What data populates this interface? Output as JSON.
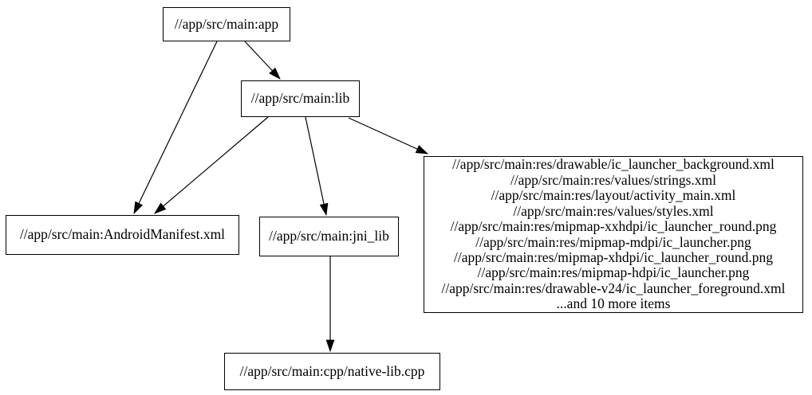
{
  "graph": {
    "background_color": "#ffffff",
    "node_border_color": "#000000",
    "edge_color": "#000000",
    "text_color": "#000000",
    "nodes": {
      "app": {
        "label": "//app/src/main:app"
      },
      "lib": {
        "label": "//app/src/main:lib"
      },
      "manifest": {
        "label": "//app/src/main:AndroidManifest.xml"
      },
      "jni_lib": {
        "label": "//app/src/main:jni_lib"
      },
      "res_group": {
        "lines": [
          "//app/src/main:res/drawable/ic_launcher_background.xml",
          "//app/src/main:res/values/strings.xml",
          "//app/src/main:res/layout/activity_main.xml",
          "//app/src/main:res/values/styles.xml",
          "//app/src/main:res/mipmap-xxhdpi/ic_launcher_round.png",
          "//app/src/main:res/mipmap-mdpi/ic_launcher.png",
          "//app/src/main:res/mipmap-xhdpi/ic_launcher_round.png",
          "//app/src/main:res/mipmap-hdpi/ic_launcher.png",
          "//app/src/main:res/drawable-v24/ic_launcher_foreground.xml",
          "...and 10 more items"
        ]
      },
      "cpp": {
        "label": "//app/src/main:cpp/native-lib.cpp"
      }
    },
    "edges": [
      {
        "from": "app",
        "to": "lib"
      },
      {
        "from": "app",
        "to": "manifest"
      },
      {
        "from": "lib",
        "to": "manifest"
      },
      {
        "from": "lib",
        "to": "jni_lib"
      },
      {
        "from": "lib",
        "to": "res_group"
      },
      {
        "from": "jni_lib",
        "to": "cpp"
      }
    ]
  }
}
